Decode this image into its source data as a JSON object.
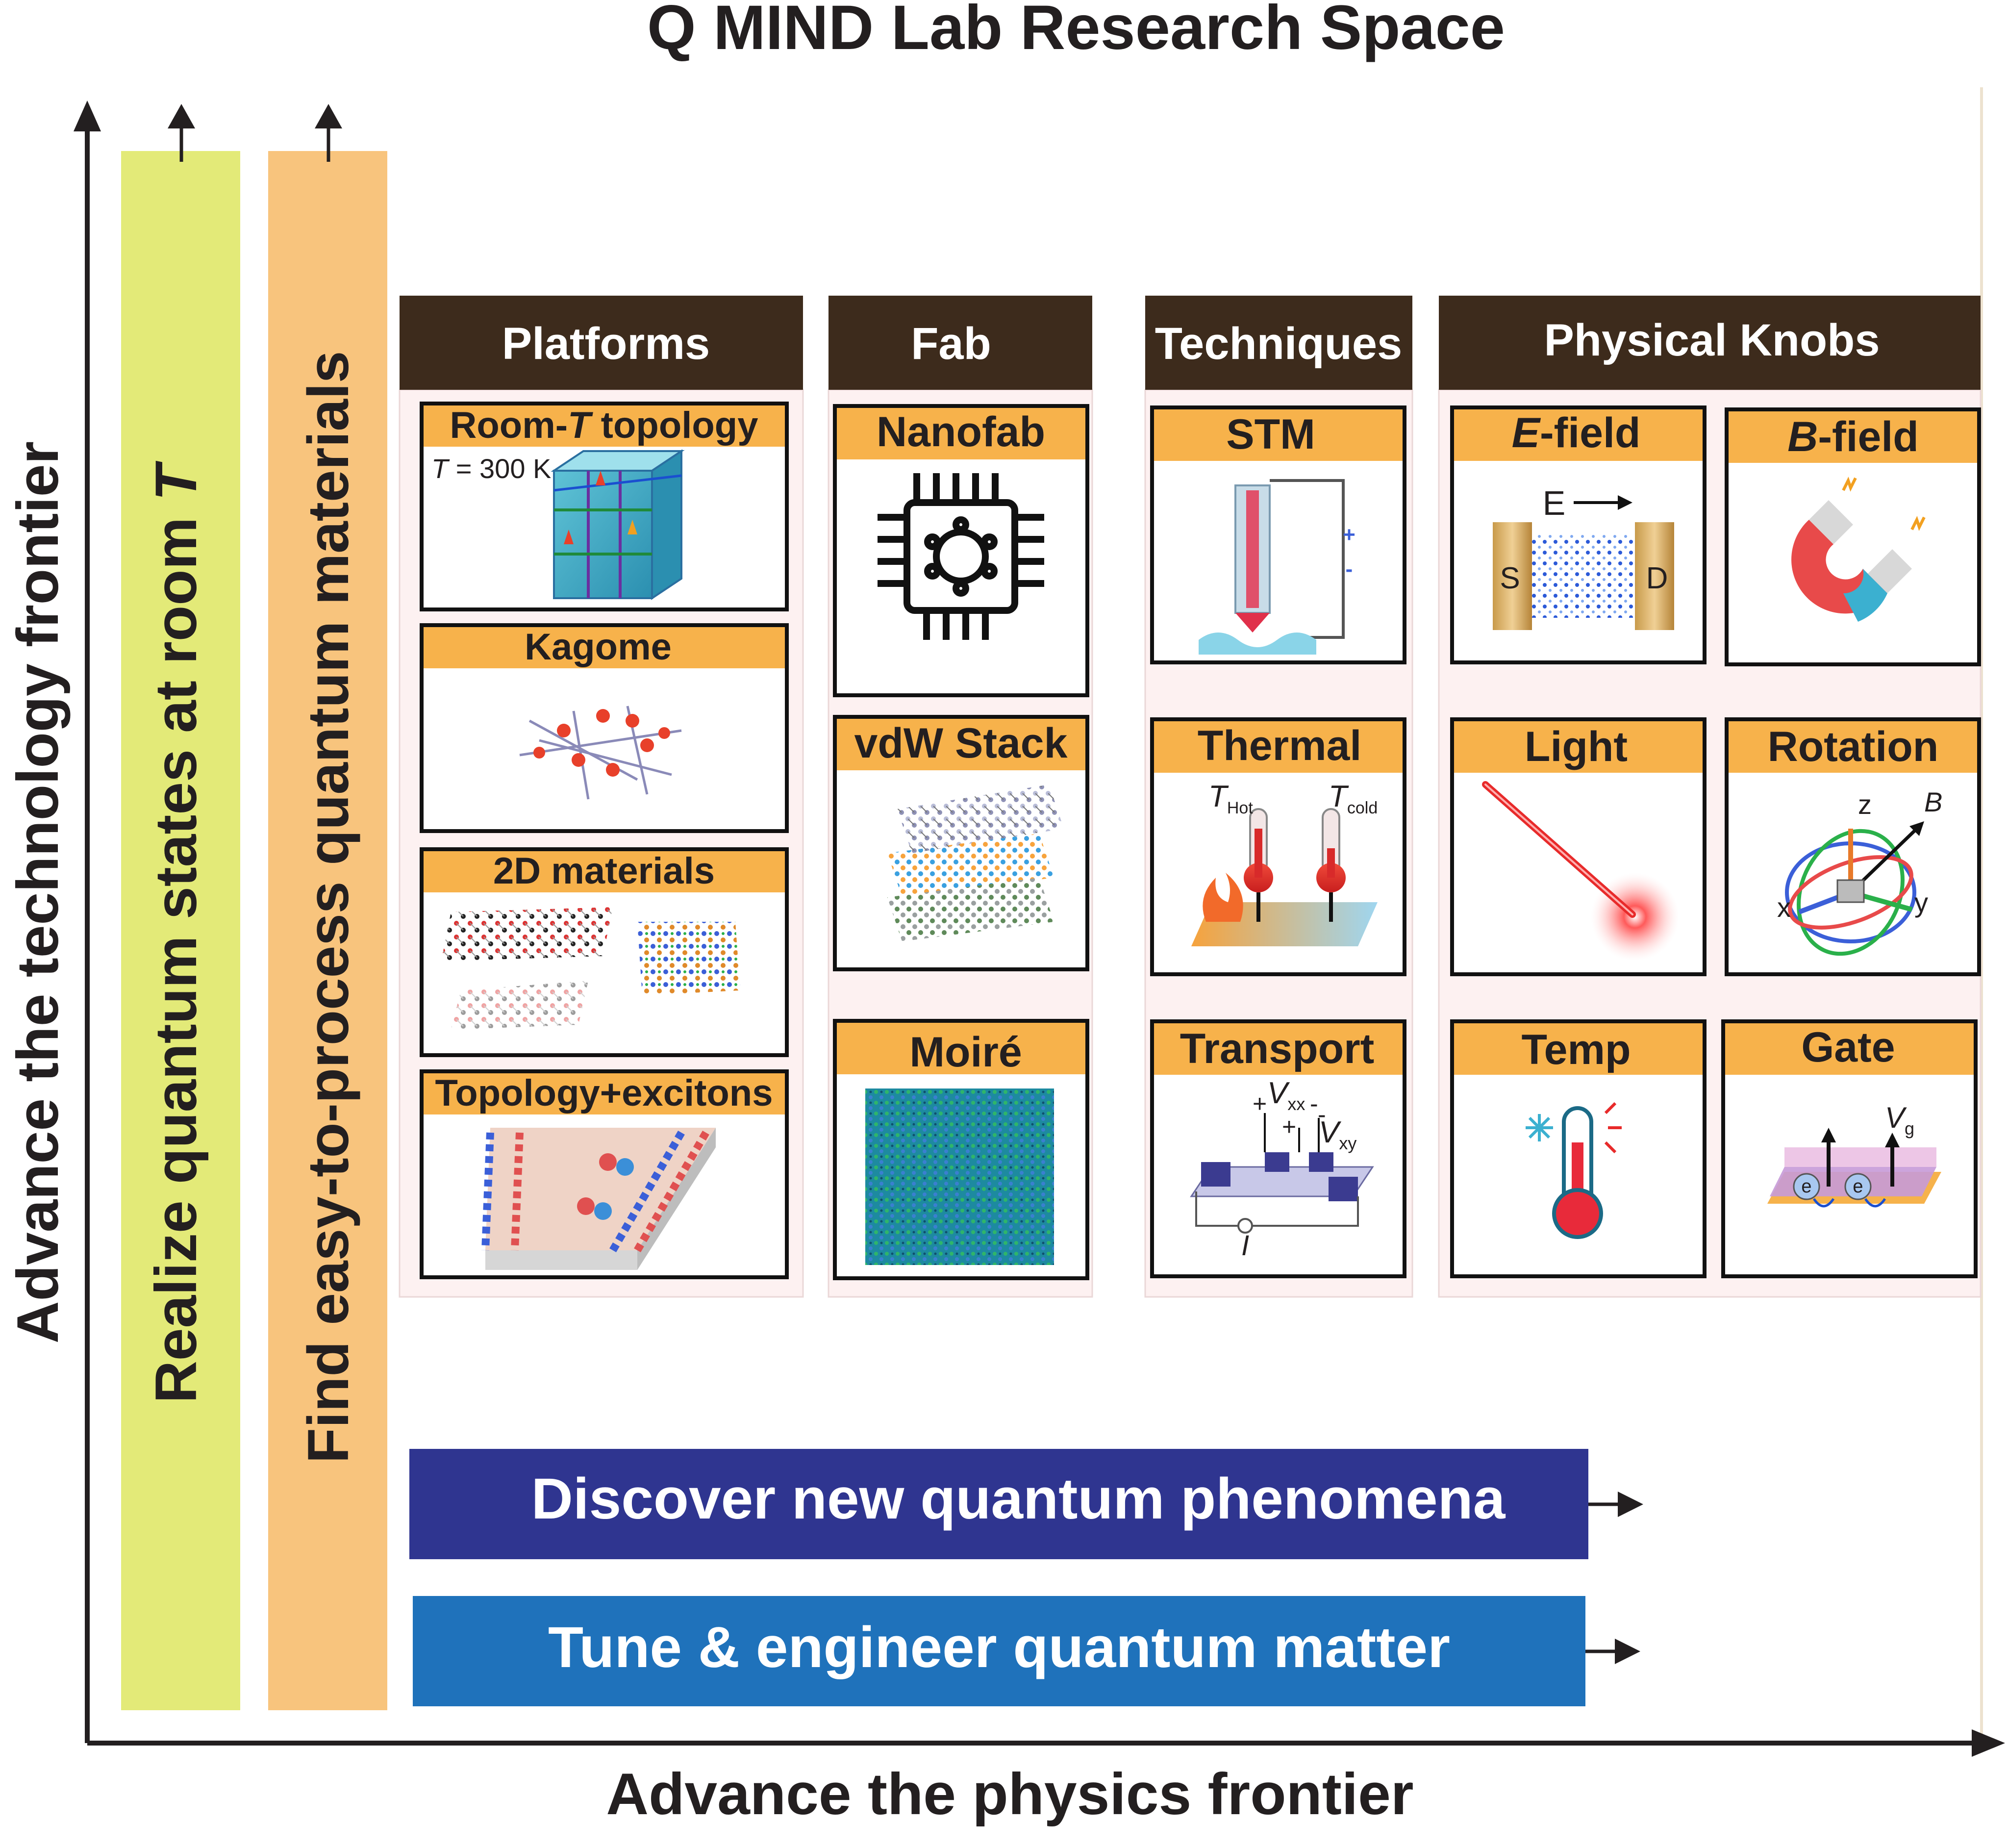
{
  "title": "Q MIND Lab Research Space",
  "axes": {
    "x_label": "Advance the physics frontier",
    "y_label": "Advance the technology frontier"
  },
  "goals": {
    "vertical_1": {
      "prefix": "Realize quantum states at room ",
      "var": "T",
      "color": "#e3ea78"
    },
    "vertical_2": {
      "text": "Find easy-to-process quantum materials",
      "color": "#f8c47d"
    },
    "horizontal_1": {
      "text": "Discover new quantum phenomena",
      "color": "#2f3590"
    },
    "horizontal_2": {
      "text": "Tune & engineer quantum matter",
      "color": "#1f72bb"
    }
  },
  "columns": {
    "platforms": {
      "header": "Platforms",
      "cards": {
        "room_t": {
          "pre": "Room-",
          "var": "T",
          "post": " topology",
          "note_var": "T",
          "note": " = 300 K"
        },
        "kagome": {
          "label": "Kagome"
        },
        "twod": {
          "label": "2D materials"
        },
        "topo_exc": {
          "label": "Topology+excitons"
        }
      }
    },
    "fab": {
      "header": "Fab",
      "cards": {
        "nanofab": {
          "label": "Nanofab"
        },
        "vdw": {
          "label": "vdW Stack"
        },
        "moire": {
          "label": "Moiré"
        }
      }
    },
    "techniques": {
      "header": "Techniques",
      "cards": {
        "stm": {
          "label": "STM",
          "plus": "+",
          "minus": "-"
        },
        "thermal": {
          "label": "Thermal",
          "t_hot": "T",
          "hot_sub": "Hot",
          "t_cold": "T",
          "cold_sub": "cold"
        },
        "transport": {
          "label": "Transport",
          "vxx": "V",
          "vxx_sub": "xx",
          "vxy": "V",
          "vxy_sub": "xy",
          "current": "I",
          "plus1": "+",
          "minus1": "-",
          "plus2": "+",
          "minus2": "-"
        }
      }
    },
    "knobs": {
      "header": "Physical Knobs",
      "cards": {
        "efield": {
          "var": "E",
          "post": "-field",
          "e_label": "E",
          "source": "S",
          "drain": "D"
        },
        "bfield": {
          "var": "B",
          "post": "-field"
        },
        "light": {
          "label": "Light"
        },
        "rotation": {
          "label": "Rotation",
          "ax_z": "z",
          "ax_b": "B",
          "ax_x": "x",
          "ax_y": "y"
        },
        "temp": {
          "label": "Temp"
        },
        "gate": {
          "label": "Gate",
          "vg": "V",
          "vg_sub": "g",
          "e1": "e",
          "e2": "e"
        }
      }
    }
  },
  "colors": {
    "header_bg": "#3d2b1c",
    "card_label_bg": "#f7b24b",
    "panel_bg": "#fdf1f1",
    "ink": "#231f20"
  }
}
